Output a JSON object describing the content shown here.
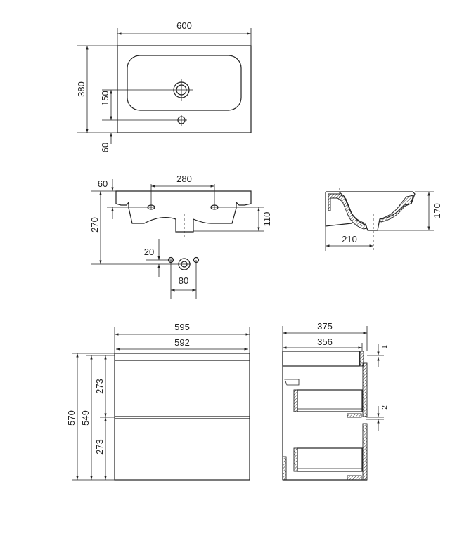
{
  "title": "Washbasin and vanity cabinet technical drawing",
  "top_view": {
    "width": "600",
    "depth": "380",
    "tap_offset": "150",
    "overflow_offset": "60"
  },
  "front_view": {
    "hole_spacing": "280",
    "rim_height": "60",
    "bowl_depth": "110",
    "drain_height": "270",
    "drain_offset": "20",
    "fixing_spacing": "80"
  },
  "side_view": {
    "height": "170",
    "drain_depth": "210"
  },
  "cabinet_front": {
    "overall_width": "595",
    "body_width": "592",
    "overall_height": "570",
    "body_height": "549",
    "drawer_upper": "273",
    "drawer_lower": "273"
  },
  "cabinet_side": {
    "overall_depth": "375",
    "body_depth": "356",
    "gap_top": "1",
    "gap_middle": "2"
  }
}
